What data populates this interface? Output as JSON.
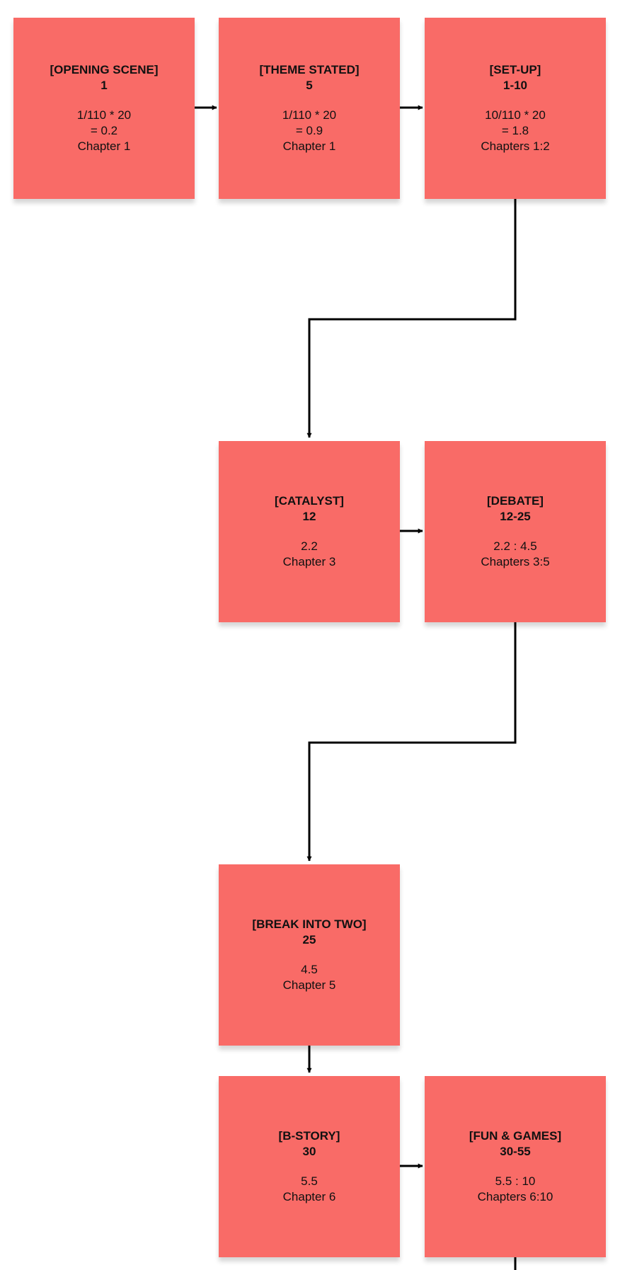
{
  "colors": {
    "note": "#f96b67",
    "connector": "#000000",
    "text": "#111111"
  },
  "notes": [
    {
      "title": "[OPENING SCENE]",
      "pages": "1",
      "lines": [
        "1/110 * 20",
        "= 0.2",
        "Chapter 1"
      ]
    },
    {
      "title": "[THEME STATED]",
      "pages": "5",
      "lines": [
        "1/110 * 20",
        "= 0.9",
        "Chapter 1"
      ]
    },
    {
      "title": "[SET-UP]",
      "pages": "1-10",
      "lines": [
        "10/110 * 20",
        "= 1.8",
        "Chapters 1:2"
      ]
    },
    {
      "title": "[CATALYST]",
      "pages": "12",
      "lines": [
        "2.2",
        "Chapter 3"
      ]
    },
    {
      "title": "[DEBATE]",
      "pages": "12-25",
      "lines": [
        "2.2 : 4.5",
        "Chapters 3:5"
      ]
    },
    {
      "title": "[BREAK INTO TWO]",
      "pages": "25",
      "lines": [
        "4.5",
        "Chapter 5"
      ]
    },
    {
      "title": "[B-STORY]",
      "pages": "30",
      "lines": [
        "5.5",
        "Chapter 6"
      ]
    },
    {
      "title": "[FUN & GAMES]",
      "pages": "30-55",
      "lines": [
        "5.5 : 10",
        "Chapters 6:10"
      ]
    }
  ],
  "edges": [
    {
      "from": "[OPENING SCENE]",
      "to": "[THEME STATED]"
    },
    {
      "from": "[THEME STATED]",
      "to": "[SET-UP]"
    },
    {
      "from": "[SET-UP]",
      "to": "[CATALYST]"
    },
    {
      "from": "[CATALYST]",
      "to": "[DEBATE]"
    },
    {
      "from": "[DEBATE]",
      "to": "[BREAK INTO TWO]"
    },
    {
      "from": "[BREAK INTO TWO]",
      "to": "[B-STORY]"
    },
    {
      "from": "[B-STORY]",
      "to": "[FUN & GAMES]"
    }
  ]
}
